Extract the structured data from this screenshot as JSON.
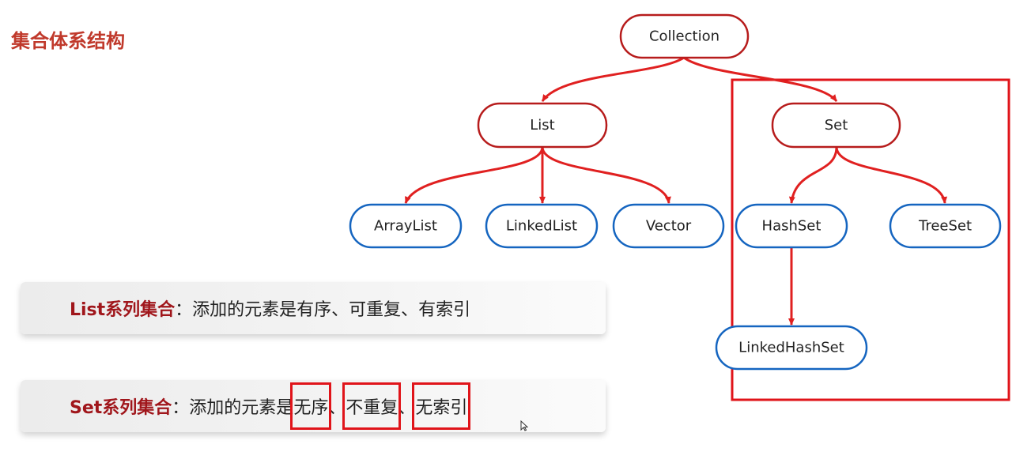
{
  "title": "集合体系结构",
  "colors": {
    "accent_red": "#c0392b",
    "node_red": "#b71c1c",
    "node_blue": "#1565c0",
    "arrow_red": "#e02020",
    "highlight_red": "#e0141a"
  },
  "diagram": {
    "nodes": {
      "collection": "Collection",
      "list": "List",
      "set": "Set",
      "arraylist": "ArrayList",
      "linkedlist": "LinkedList",
      "vector": "Vector",
      "hashset": "HashSet",
      "treeset": "TreeSet",
      "linkedhashset": "LinkedHashSet"
    }
  },
  "cards": {
    "list": {
      "lead": "List系列集合",
      "rest": "：添加的元素是有序、可重复、有索引"
    },
    "set": {
      "lead": "Set系列集合",
      "rest_a": "：添加的元素是",
      "hl1": "无序",
      "sep1": "、",
      "hl2": "不重复",
      "sep2": "、",
      "hl3": "无索引"
    }
  }
}
